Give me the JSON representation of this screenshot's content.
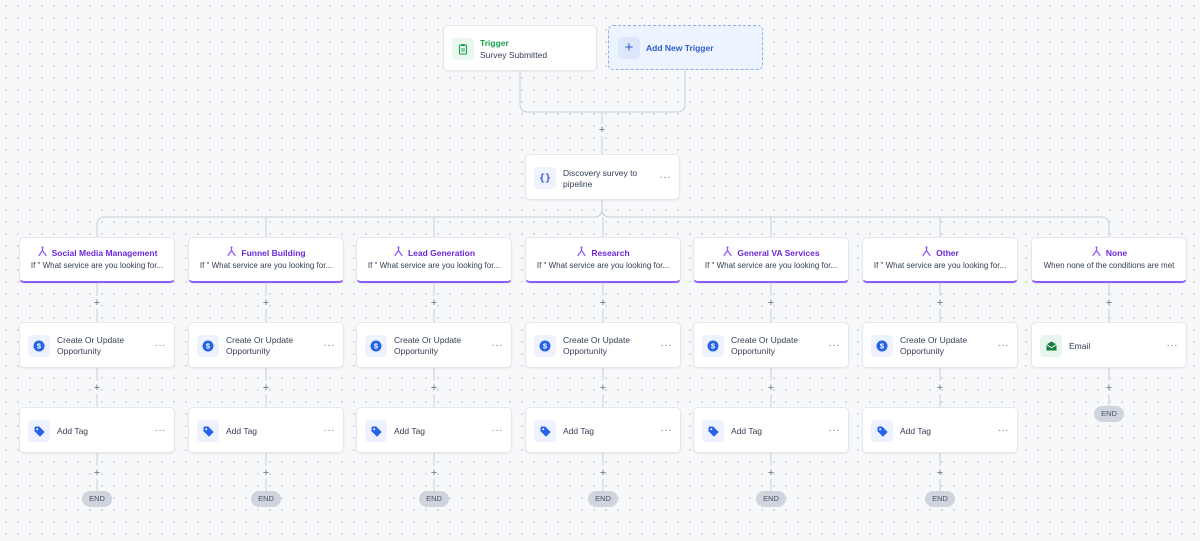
{
  "trigger": {
    "label": "Trigger",
    "event": "Survey Submitted",
    "icon": "clipboard-icon"
  },
  "add_trigger": {
    "label": "Add New Trigger",
    "icon": "plus-icon"
  },
  "discovery_node": {
    "label": "Discovery survey to pipeline",
    "icon": "code-braces-icon",
    "menu": "···"
  },
  "plus_symbol": "+",
  "end_label": "END",
  "branches": [
    {
      "name": "Social Media Management",
      "condition": "If \" What service are you looking for...",
      "actions": [
        {
          "label": "Create Or Update Opportunity",
          "icon": "dollar-icon"
        },
        {
          "label": "Add Tag",
          "icon": "tag-icon"
        }
      ]
    },
    {
      "name": "Funnel Building",
      "condition": "If \" What service are you looking for...",
      "actions": [
        {
          "label": "Create Or Update Opportunity",
          "icon": "dollar-icon"
        },
        {
          "label": "Add Tag",
          "icon": "tag-icon"
        }
      ]
    },
    {
      "name": "Lead Generation",
      "condition": "If \" What service are you looking for...",
      "actions": [
        {
          "label": "Create Or Update Opportunity",
          "icon": "dollar-icon"
        },
        {
          "label": "Add Tag",
          "icon": "tag-icon"
        }
      ]
    },
    {
      "name": "Research",
      "condition": "If \" What service are you looking for...",
      "actions": [
        {
          "label": "Create Or Update Opportunity",
          "icon": "dollar-icon"
        },
        {
          "label": "Add Tag",
          "icon": "tag-icon"
        }
      ]
    },
    {
      "name": "General VA Services",
      "condition": "If \" What service are you looking for...",
      "actions": [
        {
          "label": "Create Or Update Opportunity",
          "icon": "dollar-icon"
        },
        {
          "label": "Add Tag",
          "icon": "tag-icon"
        }
      ]
    },
    {
      "name": "Other",
      "condition": "If \" What service are you looking for...",
      "actions": [
        {
          "label": "Create Or Update Opportunity",
          "icon": "dollar-icon"
        },
        {
          "label": "Add Tag",
          "icon": "tag-icon"
        }
      ]
    },
    {
      "name": "None",
      "condition": "When none of the conditions are met",
      "actions": [
        {
          "label": "Email",
          "icon": "email-icon"
        }
      ]
    }
  ],
  "colors": {
    "branch_accent": "#8b5cf6",
    "trigger_green": "#16a34a",
    "link_blue": "#2f5dcf",
    "action_blue": "#2563eb",
    "email_green": "#15803d"
  }
}
